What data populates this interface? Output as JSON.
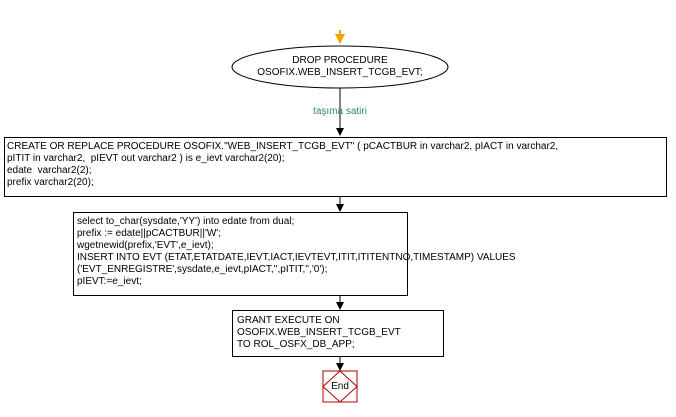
{
  "colors": {
    "start_marker": "#f5a000",
    "edge_label": "#2e8b57",
    "end_border": "#b00000",
    "line": "#000000",
    "box_border": "#000000",
    "box_fill": "#ffffff"
  },
  "start": {
    "line1": "DROP PROCEDURE",
    "line2": "OSOFIX.WEB_INSERT_TCGB_EVT;"
  },
  "edge_label": "taşıma satiri",
  "create_block": {
    "lines": [
      "CREATE OR REPLACE PROCEDURE OSOFIX.\"WEB_INSERT_TCGB_EVT\" ( pCACTBUR in varchar2, pIACT in varchar2,",
      "pITIT in varchar2,  pIEVT out varchar2 ) is e_ievt varchar2(20);",
      "edate  varchar2(2);",
      "prefix varchar2(20);"
    ]
  },
  "body_block": {
    "lines": [
      "select to_char(sysdate,'YY') into edate from dual;",
      "prefix := edate||pCACTBUR||'W';",
      "wgetnewid(prefix,'EVT',e_ievt);",
      "INSERT INTO EVT (ETAT,ETATDATE,IEVT,IACT,IEVTEVT,ITIT,ITITENTNO,TIMESTAMP) VALUES",
      "('EVT_ENREGISTRE',sysdate,e_ievt,pIACT,'',pITIT,'','0');",
      "pIEVT:=e_ievt;"
    ]
  },
  "grant_block": {
    "lines": [
      "GRANT EXECUTE ON",
      "OSOFIX.WEB_INSERT_TCGB_EVT",
      "TO ROL_OSFX_DB_APP;"
    ]
  },
  "end": {
    "label": "End"
  }
}
